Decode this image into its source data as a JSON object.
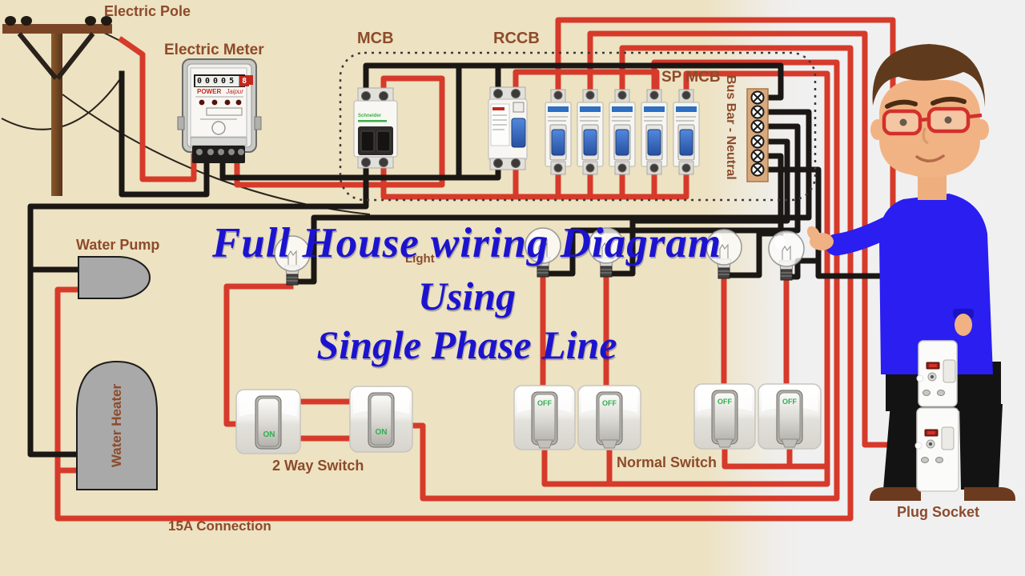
{
  "title": {
    "line1": "Full House wiring Diagram",
    "line2": "Using",
    "line3": "Single Phase Line"
  },
  "labels": {
    "electric_pole": "Electric Pole",
    "electric_meter": "Electric Meter",
    "mcb": "MCB",
    "rccb": "RCCB",
    "sp_mcb": "SP MCB",
    "bus_bar": "Bus Bar - Neutral",
    "water_pump": "Water Pump",
    "light": "Light",
    "water_heater": "Water Heater",
    "two_way_switch": "2 Way Switch",
    "normal_switch": "Normal Switch",
    "connection_15a": "15A Connection",
    "plug_socket": "Plug Socket"
  },
  "meter": {
    "reading": "00005",
    "reading_last": "8",
    "brand": "POWER",
    "brand_script": "Jaipur"
  },
  "breakers": {
    "mcb_brand": "Schneider",
    "sp_mcb_count": 5
  },
  "switch_labels": {
    "on": "ON",
    "off": "OFF"
  },
  "counts": {
    "light_bulbs": 5,
    "two_way_switches": 2,
    "normal_switches": 4,
    "plug_sockets": 2,
    "busbar_terminals": 6
  },
  "colors": {
    "wire_red": "#d63a2a",
    "wire_black": "#1a1714",
    "label_brown": "#8d4b2b",
    "title_blue": "#1c13cf",
    "background_left": "#ede2c2",
    "background_right": "#f0f0f1",
    "toggle_blue": "#2f62c4",
    "busbar_tan": "#d9a97e",
    "appliance_gray": "#a9a9a9",
    "sweater_blue": "#2a1ef0",
    "skin": "#f2b384",
    "hair": "#5f3a1c",
    "switch_green": "#2faf4e"
  }
}
